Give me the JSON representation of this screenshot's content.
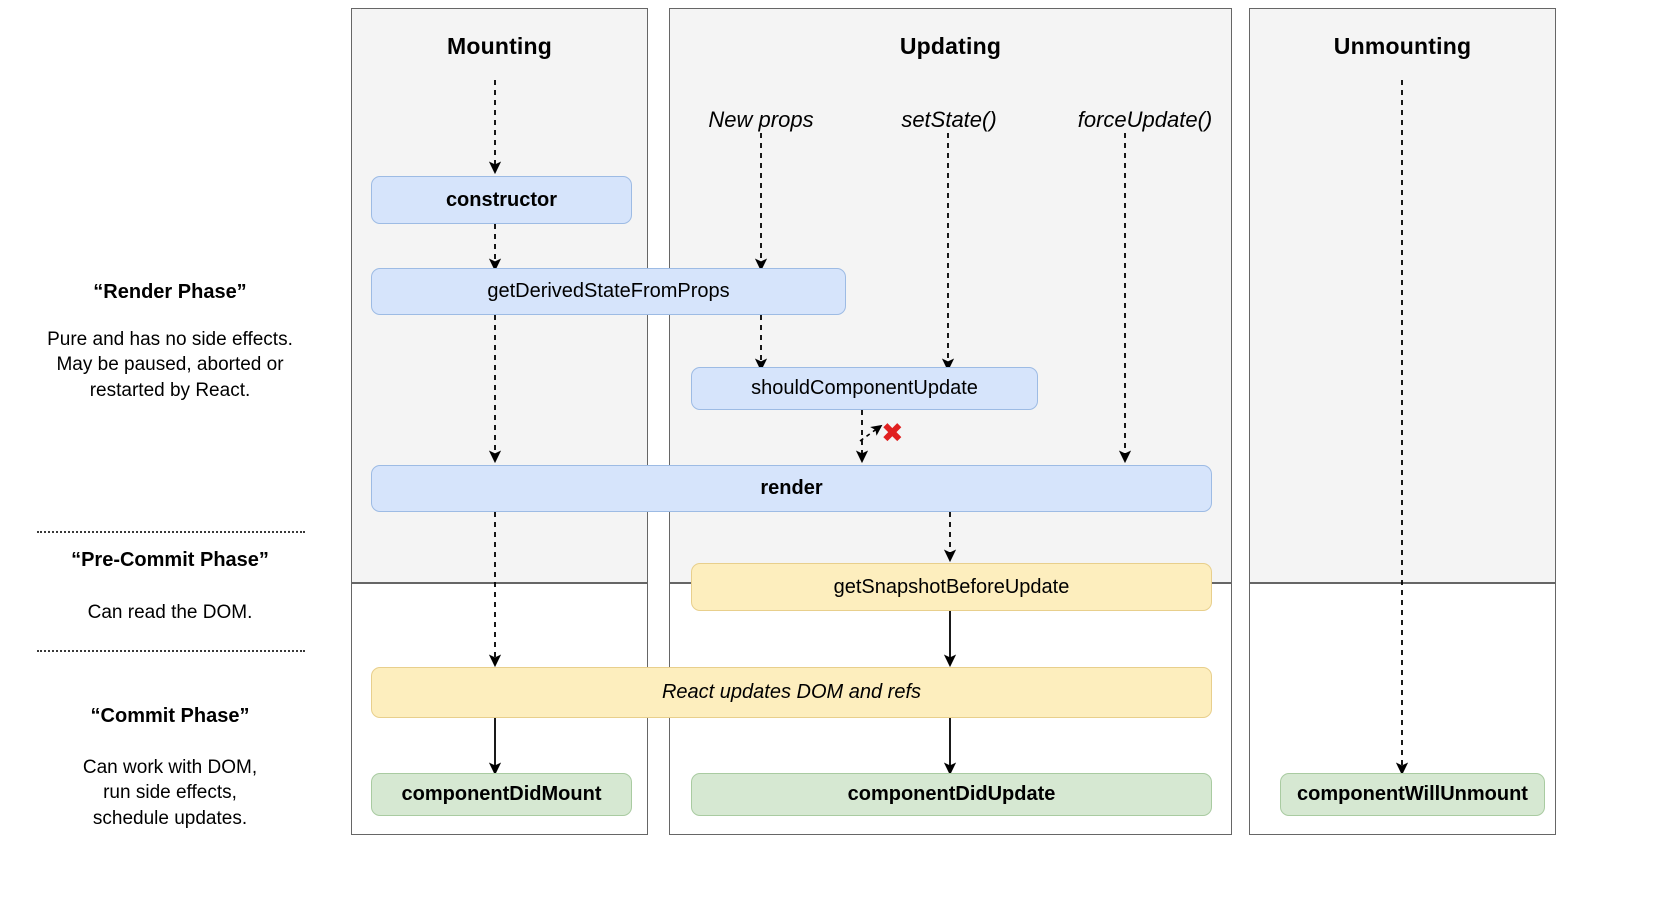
{
  "diagram": {
    "title": "React component lifecycle diagram",
    "colors": {
      "render_phase_bg": "#f4f4f4",
      "commit_phase_bg": "#ffffff",
      "blue_fill": "#d6e4fb",
      "blue_stroke": "#9dbbe4",
      "yellow_fill": "#fdeebe",
      "yellow_stroke": "#e8cf8c",
      "green_fill": "#d6e8d2",
      "green_stroke": "#a9cba1",
      "panel_border": "#666666",
      "abort_marker": "#e02020"
    }
  },
  "columns": [
    {
      "key": "mounting",
      "label": "Mounting"
    },
    {
      "key": "updating",
      "label": "Updating"
    },
    {
      "key": "unmounting",
      "label": "Unmounting"
    }
  ],
  "triggers": [
    {
      "key": "new_props",
      "label": "New props"
    },
    {
      "key": "set_state",
      "label": "setState()"
    },
    {
      "key": "force_update",
      "label": "forceUpdate()"
    }
  ],
  "phases": [
    {
      "key": "render",
      "title": "“Render Phase”",
      "body": "Pure and has no side effects.\nMay be paused, aborted or\nrestarted by React."
    },
    {
      "key": "pre_commit",
      "title": "“Pre-Commit Phase”",
      "body": "Can read the DOM."
    },
    {
      "key": "commit",
      "title": "“Commit Phase”",
      "body": "Can work with DOM,\nrun side effects,\nschedule updates."
    }
  ],
  "nodes": {
    "constructor": "constructor",
    "get_derived_state_from_props": "getDerivedStateFromProps",
    "should_component_update": "shouldComponentUpdate",
    "render": "render",
    "get_snapshot_before_update": "getSnapshotBeforeUpdate",
    "react_updates_dom_and_refs": "React updates DOM and refs",
    "component_did_mount": "componentDidMount",
    "component_did_update": "componentDidUpdate",
    "component_will_unmount": "componentWillUnmount"
  },
  "markers": {
    "abort_x": "✖"
  }
}
